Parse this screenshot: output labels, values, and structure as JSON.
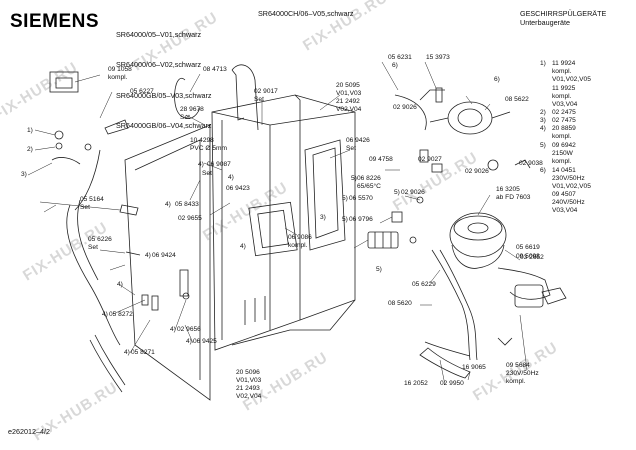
{
  "brand": "SIEMENS",
  "header": {
    "models_left": [
      "SR64000/05–V01,schwarz",
      "SR64000/06–V02,schwarz",
      "SR64000GB/05–V03,schwarz",
      "SR64000GB/06–V04,schwarz"
    ],
    "model_center": "SR64000CH/06–V05,schwarz",
    "category_1": "GESCHIRRSPÜLGERÄTE",
    "category_2": "Unterbaugeräte"
  },
  "watermark": "FIX-HUB.RU",
  "footer_code": "e262012–4/2",
  "parts_legend": [
    {
      "num": "1)",
      "text": "11 9924\nkompl.\nV01,V02,V05"
    },
    {
      "num": "",
      "text": "11 9925\nkompl.\nV03,V04"
    },
    {
      "num": "2)",
      "text": "02 2475"
    },
    {
      "num": "3)",
      "text": "02 7475"
    },
    {
      "num": "4)",
      "text": "20 8859\nkompl."
    },
    {
      "num": "5)",
      "text": "09 6942\n2150W\nkompl."
    },
    {
      "num": "6)",
      "text": "14 0451\n230V/50Hz\nV01,V02,V05\n09 4507\n240V/50Hz\nV03,V04"
    }
  ],
  "labels": {
    "l091058": "09 1058\nkompl.",
    "l084713": "08 4713",
    "l056227": "05 6227",
    "l289678": "28 9678\nSet",
    "l029017": "02 9017\nSet",
    "l205095": "20 5095\nV01,V03\n21 2492\nV02,V04",
    "l056231": "05 6231",
    "l6a": "6)",
    "l153973": "15 3973",
    "l6b": "6)",
    "l085622": "08 5622",
    "l029026a": "02 9026",
    "l104298": "10 4298\nPVC Ø 5mm",
    "l4a": "4)",
    "l069087": "06 9087",
    "l4b": "4)",
    "l069426": "06 9426\nSet",
    "l094758": "09 4758",
    "l029027": "02 9027",
    "l029038": "02 9038",
    "l029026b": "02 9026",
    "l055164": "05 5164\nSet",
    "l4c": "4)",
    "l058433": "05 8433",
    "lset": "Set",
    "l069423": "06 9423",
    "l5a": "5)",
    "l068226": "06 8226\n65/65°C",
    "l5b": "5)",
    "l029026c": "02 9026",
    "l163205": "16 3205\nab FD 7603",
    "l029655": "02 9655",
    "l5c": "5)",
    "l065570": "06 5570",
    "l3a": "3)",
    "l5d": "5)",
    "l069796": "06 9796",
    "l4d": "4)",
    "l056619": "05 6619",
    "l095098": "09 5098",
    "l056226": "05 6226\nSet",
    "l4e": "4)",
    "l069424": "06 9424",
    "l069086": "06 9086\nkompl.",
    "l5e": "5)",
    "l032652": "03 2652",
    "l4f": "4)",
    "l056229": "05 6229",
    "l4g": "4)",
    "l058272": "05 8272",
    "l4h": "4)",
    "l029656": "02 9656",
    "l085620": "08 5620",
    "l4i": "4)",
    "l069425": "06 9425",
    "l4j": "4)",
    "l058271": "05 8271",
    "l205096": "20 5096\nV01,V03\n21 2493\nV02,V04",
    "l169065": "16 9065",
    "l162052": "16 2052",
    "l029950": "02 9950",
    "l095684": "09 5684\n230V/50Hz\nkompl.",
    "l1": "1)",
    "l2": "2)",
    "l3b": "3)"
  }
}
